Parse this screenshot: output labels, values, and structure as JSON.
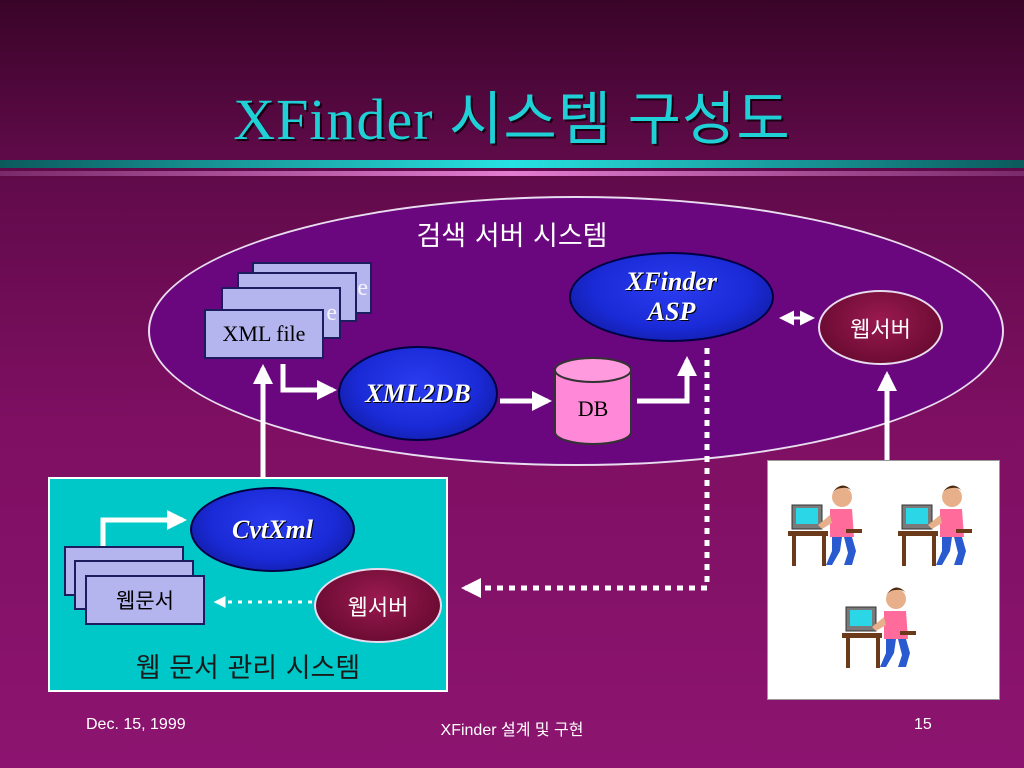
{
  "slide": {
    "title": "XFinder 시스템 구성도",
    "search_system_label": "검색 서버 시스템",
    "web_system_label": "웹 문서 관리 시스템"
  },
  "nodes": {
    "xml_file": "XML file",
    "xml_file_ghost_1": "e",
    "xml_file_ghost_2": "e",
    "xml2db": "XML2DB",
    "db": "DB",
    "xfinder_asp_line1": "XFinder",
    "xfinder_asp_line2": "ASP",
    "web_server_top": "웹서버",
    "cvtxml": "CvtXml",
    "web_doc": "웹문서",
    "web_server_bottom": "웹서버"
  },
  "footer": {
    "date": "Dec. 15, 1999",
    "center": "XFinder 설계 및 구현",
    "page": "15"
  },
  "colors": {
    "title": "#1fd0d6",
    "oval_blue": "#1a2ad6",
    "oval_maroon": "#6e0c34",
    "file_card": "#b4b4ee",
    "db_pink": "#ff88d8",
    "web_box": "#00c8c8"
  },
  "icons": [
    "user-at-computer-icon"
  ]
}
